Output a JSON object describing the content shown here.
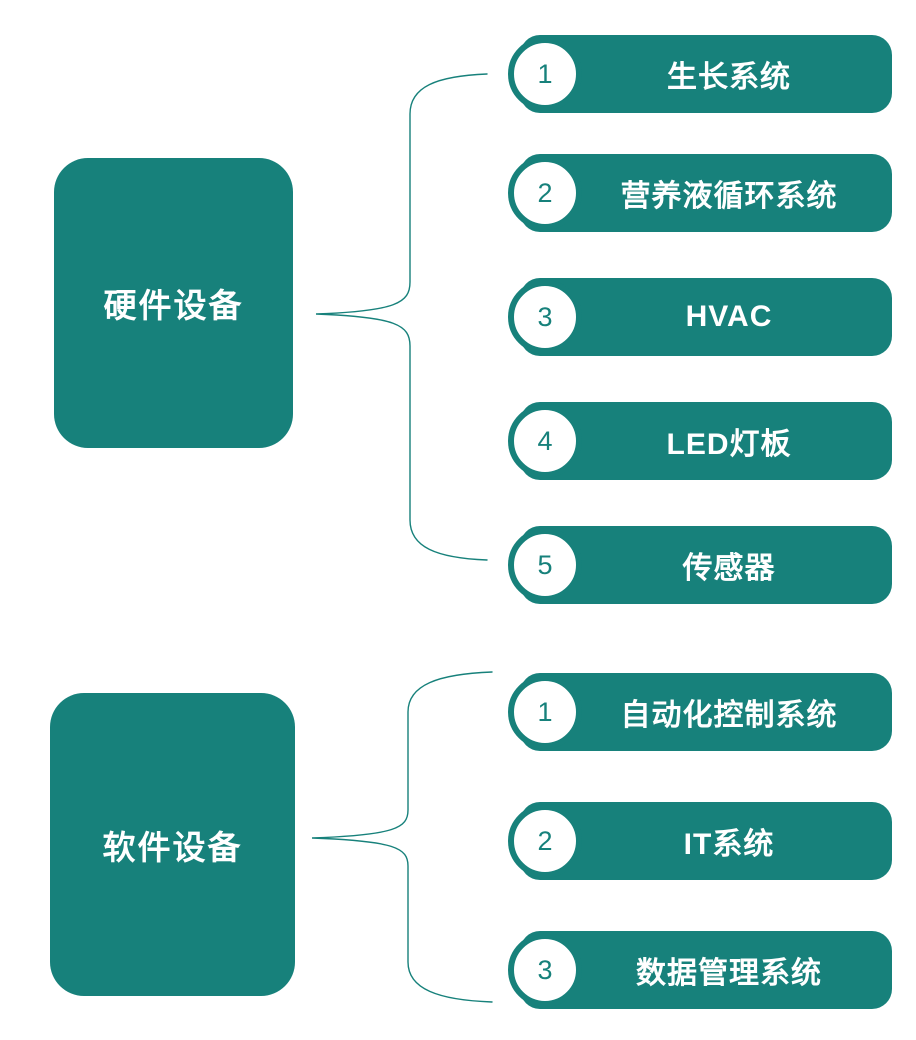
{
  "colors": {
    "teal": "#17817B",
    "text_on_teal": "#ffffff",
    "background": "#ffffff"
  },
  "groups": [
    {
      "id": "hardware",
      "label": "硬件设备",
      "items": [
        {
          "number": "1",
          "label": "生长系统"
        },
        {
          "number": "2",
          "label": "营养液循环系统"
        },
        {
          "number": "3",
          "label": "HVAC"
        },
        {
          "number": "4",
          "label": "LED灯板"
        },
        {
          "number": "5",
          "label": "传感器"
        }
      ]
    },
    {
      "id": "software",
      "label": "软件设备",
      "items": [
        {
          "number": "1",
          "label": "自动化控制系统"
        },
        {
          "number": "2",
          "label": "IT系统"
        },
        {
          "number": "3",
          "label": "数据管理系统"
        }
      ]
    }
  ]
}
